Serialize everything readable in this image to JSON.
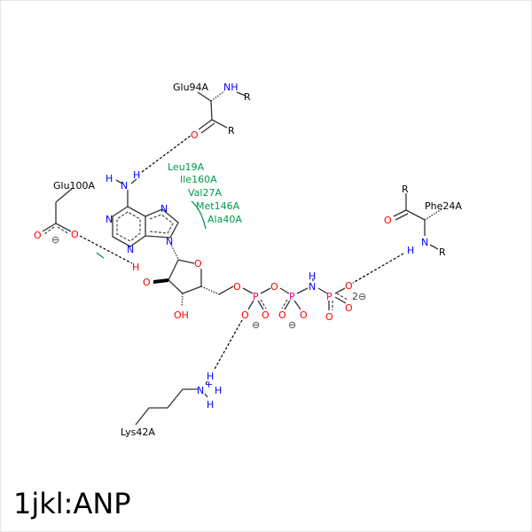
{
  "title": "1jkl:ANP",
  "residues": {
    "glu94": "Glu94A",
    "glu100": "Glu100A",
    "phe24": "Phe24A",
    "lys42": "Lys42A"
  },
  "hydrophobic_contacts": [
    "Leu19A",
    "Ile160A",
    "Val27A",
    "Met146A",
    "Ala40A"
  ],
  "atoms": {
    "N": "N",
    "O": "O",
    "P": "P",
    "H": "H",
    "R": "R",
    "NH": "NH",
    "OH": "OH",
    "minus": "⊖",
    "two_minus": "2⊖",
    "plus": "+"
  },
  "colors": {
    "nitrogen": "#0000ff",
    "oxygen": "#ff0000",
    "phosphorus": "#e6007e",
    "hydrophobic": "#00994d"
  }
}
